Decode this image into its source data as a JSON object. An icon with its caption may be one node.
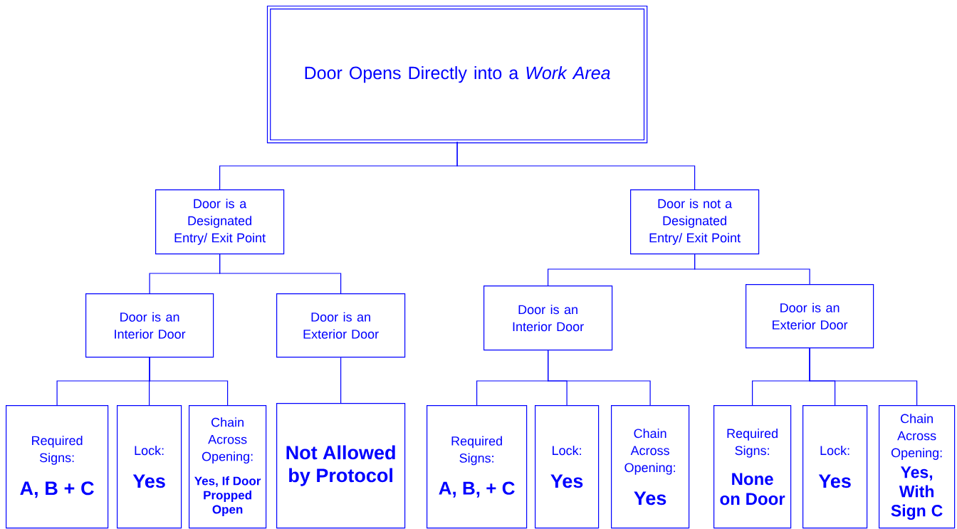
{
  "diagram": {
    "nodes": [
      {
        "text": [
          "Door Opens Directly into a *Work Area*"
        ]
      },
      {
        "text": [
          "Door is a Designated Entry/ Exit Point"
        ]
      },
      {
        "text": [
          "Door is not a Designated Entry/ Exit Point"
        ]
      },
      {
        "text": [
          "Door is an Interior Door"
        ]
      },
      {
        "text": [
          "Door is an Exterior Door"
        ]
      },
      {
        "text": [
          "Door is an Interior Door"
        ]
      },
      {
        "text": [
          "Door is an Exterior Door"
        ]
      },
      {
        "text": [
          "Required Signs:",
          "A, B + C"
        ]
      },
      {
        "text": [
          "Lock:",
          "Yes"
        ]
      },
      {
        "text": [
          "Chain Across Opening:",
          "Yes, If Door Propped Open"
        ]
      },
      {
        "text": [
          "Not Allowed by Protocol"
        ]
      },
      {
        "text": [
          "Required Signs:",
          "A, B, + C"
        ]
      },
      {
        "text": [
          "Lock:",
          "Yes"
        ]
      },
      {
        "text": [
          "Chain Across Opening:",
          "Yes"
        ]
      },
      {
        "text": [
          "Required Signs:",
          "None on Door"
        ]
      },
      {
        "text": [
          "Lock:",
          "Yes"
        ]
      },
      {
        "text": [
          "Chain Across Opening:",
          "Yes, With Sign C"
        ]
      }
    ],
    "edges": [
      {
        "from": 0,
        "to": 1,
        "arrow": "none"
      },
      {
        "from": 0,
        "to": 2,
        "arrow": "none"
      },
      {
        "from": 1,
        "to": 3,
        "arrow": "none"
      },
      {
        "from": 1,
        "to": 4,
        "arrow": "none"
      },
      {
        "from": 2,
        "to": 5,
        "arrow": "none"
      },
      {
        "from": 2,
        "to": 6,
        "arrow": "none"
      },
      {
        "from": 3,
        "to": 7,
        "arrow": "none"
      },
      {
        "from": 3,
        "to": 8,
        "arrow": "none"
      },
      {
        "from": 3,
        "to": 9,
        "arrow": "none"
      },
      {
        "from": 4,
        "to": 10,
        "arrow": "none"
      },
      {
        "from": 5,
        "to": 11,
        "arrow": "none"
      },
      {
        "from": 5,
        "to": 12,
        "arrow": "none"
      },
      {
        "from": 5,
        "to": 13,
        "arrow": "none"
      },
      {
        "from": 6,
        "to": 14,
        "arrow": "none"
      },
      {
        "from": 6,
        "to": 15,
        "arrow": "none"
      },
      {
        "from": 6,
        "to": 16,
        "arrow": "none"
      }
    ]
  }
}
